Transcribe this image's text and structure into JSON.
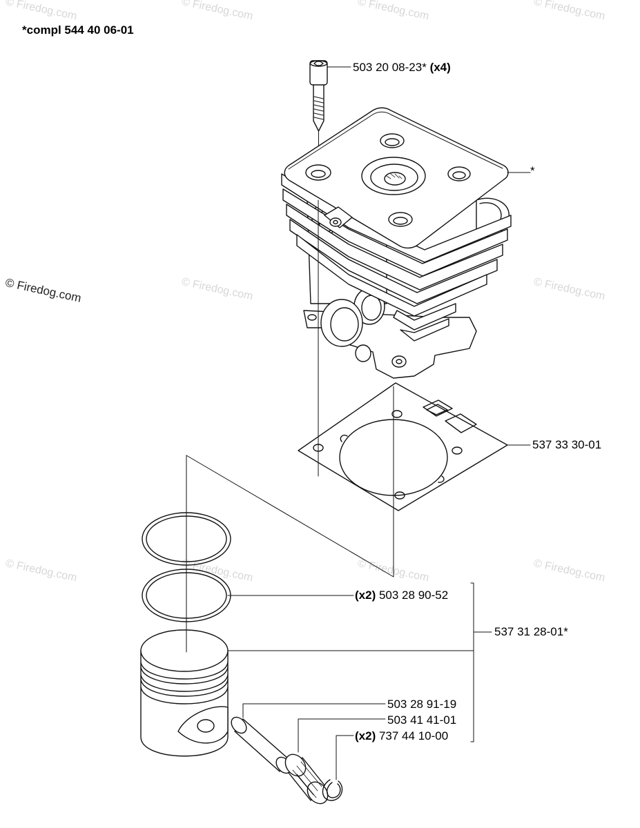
{
  "header": {
    "assembly_note": "*compl 544 40 06-01"
  },
  "watermark": {
    "text": "© Firedog.com"
  },
  "parts": [
    {
      "id": "bolt",
      "number": "503 20 08-23*",
      "qty": "(x4)"
    },
    {
      "id": "cylinder",
      "number": "*"
    },
    {
      "id": "gasket",
      "number": "537 33 30-01"
    },
    {
      "id": "piston-rings",
      "qty": "(x2)",
      "number": "503 28 90-52"
    },
    {
      "id": "piston-kit",
      "number": "537 31 28-01*"
    },
    {
      "id": "piston-pin",
      "number": "503 28 91-19"
    },
    {
      "id": "needle-bearing",
      "number": "503 41 41-01"
    },
    {
      "id": "circlip",
      "qty": "(x2)",
      "number": "737 44 10-00"
    }
  ]
}
